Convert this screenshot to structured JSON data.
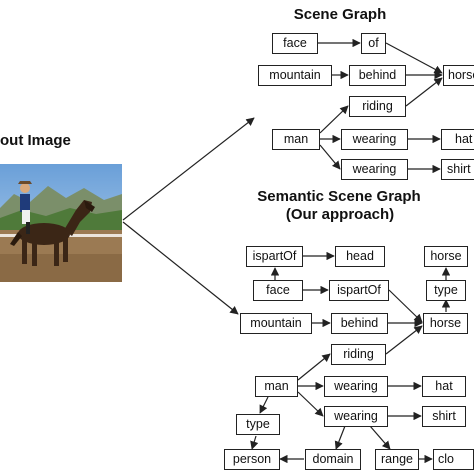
{
  "headings": {
    "scene_graph": "Scene Graph",
    "input_image": "out Image",
    "semantic_line1": "Semantic Scene Graph",
    "semantic_line2": "(Our approach)"
  },
  "scene_graph": {
    "nodes": [
      "face",
      "of",
      "mountain",
      "behind",
      "horse",
      "riding",
      "man",
      "wearing",
      "hat",
      "wearing",
      "shirt"
    ]
  },
  "semantic_graph": {
    "nodes": [
      "ispartOf",
      "head",
      "face",
      "ispartOf",
      "horse",
      "type",
      "mountain",
      "behind",
      "horse",
      "riding",
      "man",
      "wearing",
      "hat",
      "wearing",
      "shirt",
      "type",
      "person",
      "domain",
      "range",
      "clo"
    ]
  },
  "image": {
    "description_icon": "horse-rider-photo"
  }
}
